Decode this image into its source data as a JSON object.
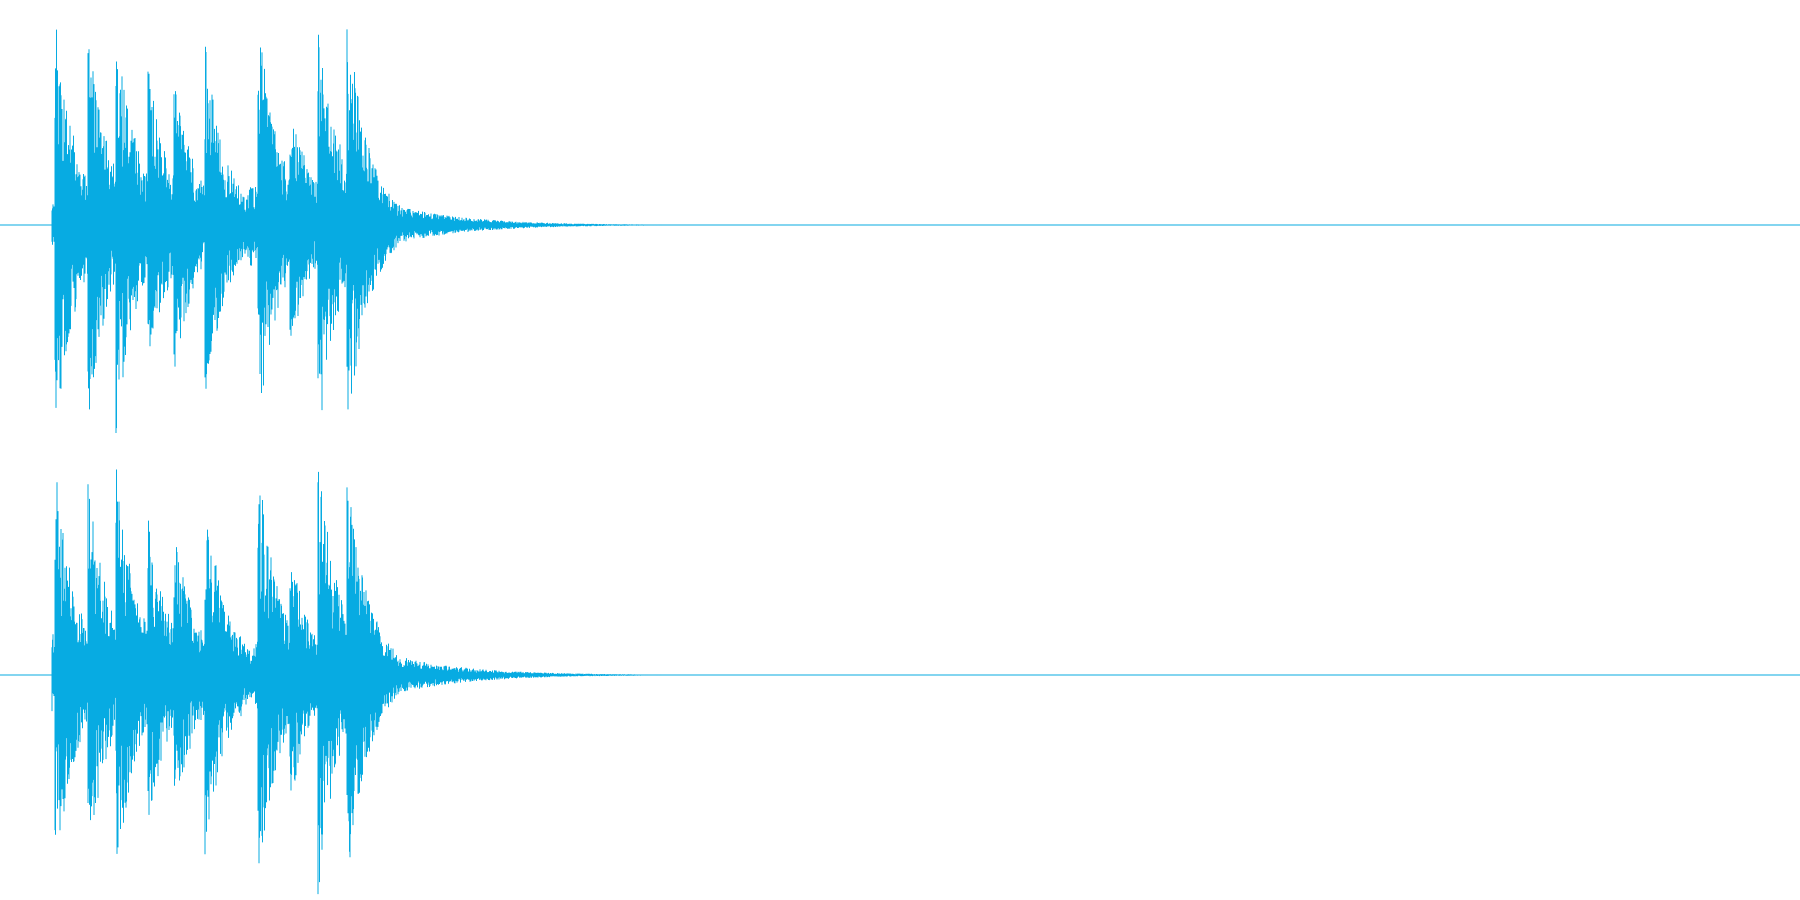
{
  "waveform": {
    "color": "#07abe2",
    "background": "#ffffff",
    "channels": [
      {
        "label": "channel-1"
      },
      {
        "label": "channel-2"
      }
    ],
    "envelope_peaks": [
      0.97,
      0.9,
      0.95,
      0.72,
      0.7,
      0.83,
      0.97,
      0.6,
      1.0,
      0.97,
      1.0,
      0.78
    ],
    "decay_tail": "exponential"
  }
}
